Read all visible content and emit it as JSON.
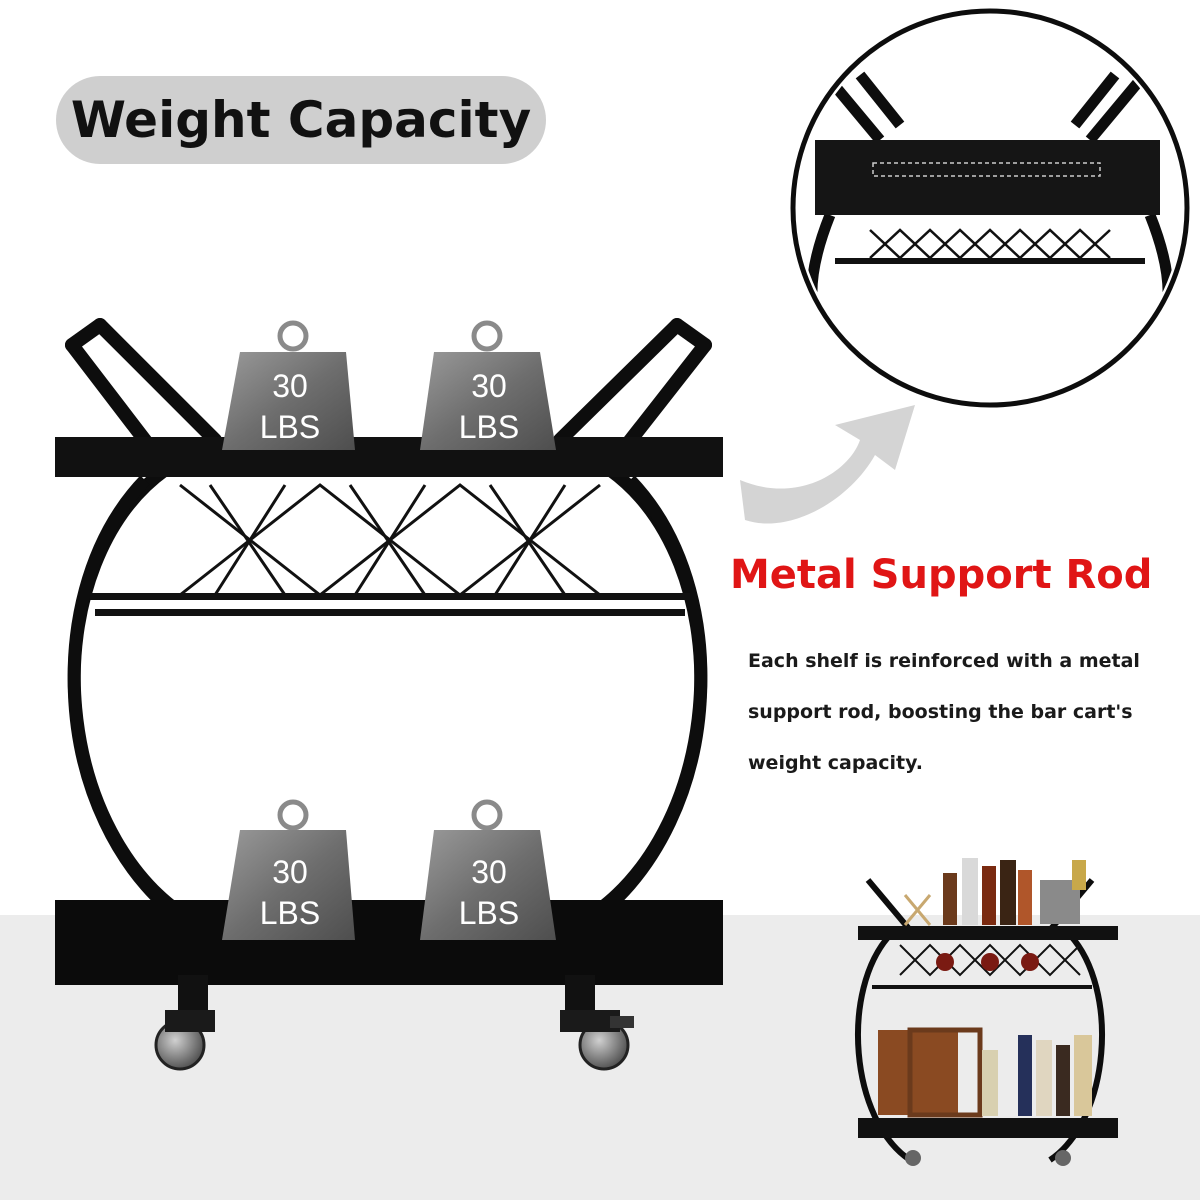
{
  "header": {
    "title": "Weight Capacity"
  },
  "weights": [
    {
      "value": "30",
      "unit": "LBS"
    },
    {
      "value": "30",
      "unit": "LBS"
    },
    {
      "value": "30",
      "unit": "LBS"
    },
    {
      "value": "30",
      "unit": "LBS"
    }
  ],
  "feature": {
    "heading": "Metal Support Rod",
    "description": "Each shelf is reinforced with a metal support rod, boosting the bar cart's weight capacity."
  },
  "colors": {
    "heading": "#e01515",
    "frame": "#0d0d0d",
    "pill": "#cfcfcf"
  },
  "icons": [
    "arrow-icon",
    "magnifier-circle-icon"
  ]
}
